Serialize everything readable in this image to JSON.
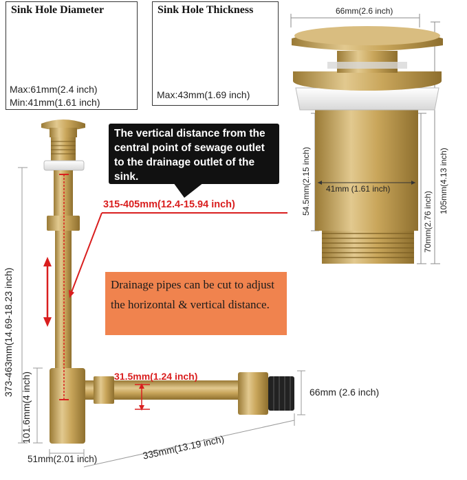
{
  "hole_diameter": {
    "title": "Sink Hole Diameter",
    "max": "Max:61mm(2.4 inch)",
    "min": "Min:41mm(1.61 inch)"
  },
  "hole_thickness": {
    "title": "Sink Hole Thickness",
    "max": "Max:43mm(1.69 inch)"
  },
  "drain_dims": {
    "top_width": "66mm(2.6 inch)",
    "body_width": "41mm (1.61 inch)",
    "thread_height": "54.5mm(2.15 inch)",
    "body_height": "70mm(2.76 inch)",
    "total_height": "105mm(4.13 inch)"
  },
  "trap_dims": {
    "callout": "The vertical distance from the central point of sewage outlet to the drainage outlet of the sink.",
    "vertical_range": "315-405mm(12.4-15.94 inch)",
    "total_height": "373-463mm(14.69-18.23 inch)",
    "lower_height": "101.6mm(4 inch)",
    "outlet_offset": "31.5mm(1.24 inch)",
    "outlet_diameter": "66mm (2.6 inch)",
    "base_width": "51mm(2.01 inch)",
    "horizontal_length": "335mm(13.19 inch)"
  },
  "note": "Drainage pipes can be cut to adjust the horizontal & vertical distance.",
  "colors": {
    "brass": "#c9a65b",
    "brass_dark": "#9a7a35",
    "red": "#d91e1e",
    "note_bg": "#f0834e",
    "callout_bg": "#111111"
  }
}
